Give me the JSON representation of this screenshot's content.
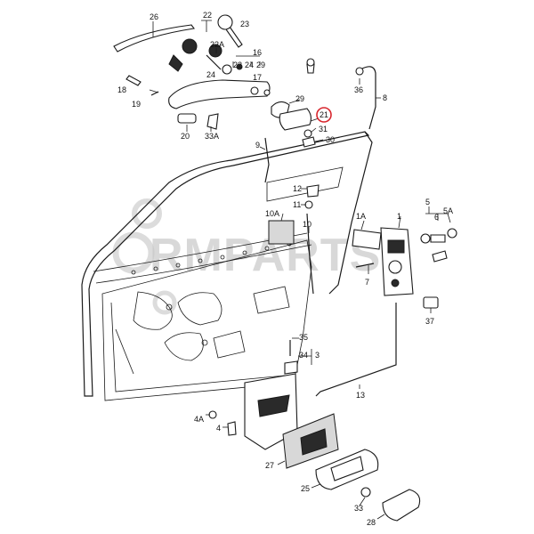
{
  "watermark": {
    "text": "RMPARTS",
    "color": "#b9b9b9"
  },
  "highlight": {
    "part": "21",
    "ring_color": "#d8262e"
  },
  "callouts": [
    "26",
    "22",
    "23",
    "22A",
    "16",
    "22",
    "24",
    "29",
    "24",
    "17",
    "18",
    "19",
    "20",
    "33A",
    "36",
    "8",
    "29",
    "21",
    "31",
    "30",
    "9",
    "12",
    "11",
    "10A",
    "10",
    "1A",
    "1",
    "5",
    "6",
    "5A",
    "7",
    "37",
    "35",
    "34",
    "3",
    "13",
    "4A",
    "4",
    "27",
    "25",
    "33",
    "28"
  ]
}
